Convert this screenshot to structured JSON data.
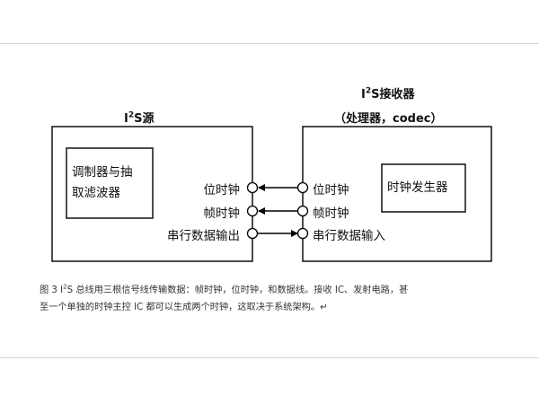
{
  "source": {
    "title_prefix": "I",
    "title_sup": "2",
    "title_suffix": "S源",
    "inner_box": {
      "line1": "调制器与抽",
      "line2": "取滤波器"
    },
    "signals": [
      "位时钟",
      "帧时钟",
      "串行数据输出"
    ]
  },
  "receiver": {
    "title_prefix": "I",
    "title_sup": "2",
    "title_suffix": "S接收器",
    "subtitle": "（处理器，codec）",
    "inner_box": {
      "text": "时钟发生器"
    },
    "signals": [
      "位时钟",
      "帧时钟",
      "串行数据输入"
    ]
  },
  "caption": {
    "line1_prefix": "图 3    I",
    "line1_sup": "2",
    "line1_rest": "S 总线用三根信号线传输数据：帧时钟，位时钟，和数据线。接收 IC、发射电路，甚",
    "line2": "至一个单独的时钟主控 IC 都可以生成两个时钟，这取决于系统架构。↵"
  },
  "arrows": [
    {
      "signal": "位时钟",
      "direction": "to-source"
    },
    {
      "signal": "帧时钟",
      "direction": "to-source"
    },
    {
      "signal": "串行数据",
      "direction": "to-receiver"
    }
  ]
}
